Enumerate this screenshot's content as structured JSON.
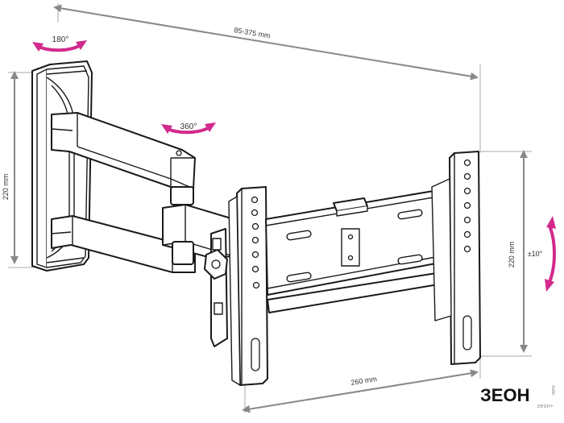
{
  "dimensions": {
    "arm_extension": "85-375 mm",
    "wall_height": "220 mm",
    "vesa_height": "220 mm",
    "vesa_width": "260 mm"
  },
  "rotations": {
    "wall_swivel": "180°",
    "arm_swivel": "360°",
    "tilt": "±10°"
  },
  "colors": {
    "rotation_accent": "#d22a8c",
    "line": "#1a1a1a",
    "dimension": "#888888"
  },
  "logo": {
    "brand": "ЗЕОН",
    "side_text": "ЛАЙН",
    "tagline": "зеон+"
  }
}
